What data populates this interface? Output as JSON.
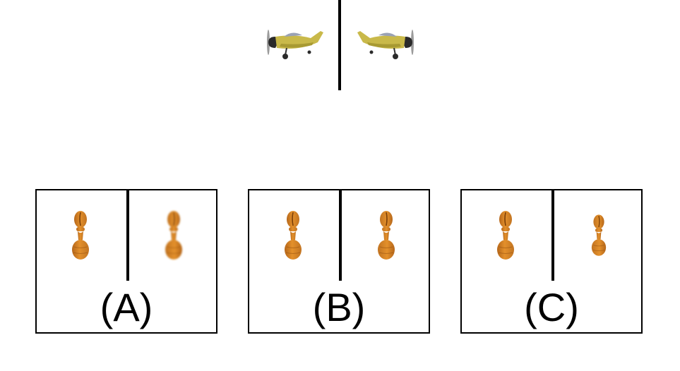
{
  "example": {
    "object_icon": "toy-airplane-icon"
  },
  "options": [
    {
      "label": "(A)",
      "variant": "right-figure-blurred"
    },
    {
      "label": "(B)",
      "variant": "exact-mirror"
    },
    {
      "label": "(C)",
      "variant": "right-figure-smaller"
    }
  ],
  "colors": {
    "figure": "#E3902B",
    "figure_shade": "#B5661A",
    "plane_body": "#C9B94A",
    "canopy": "#9AA2B5",
    "nose": "#2A2A2A"
  }
}
